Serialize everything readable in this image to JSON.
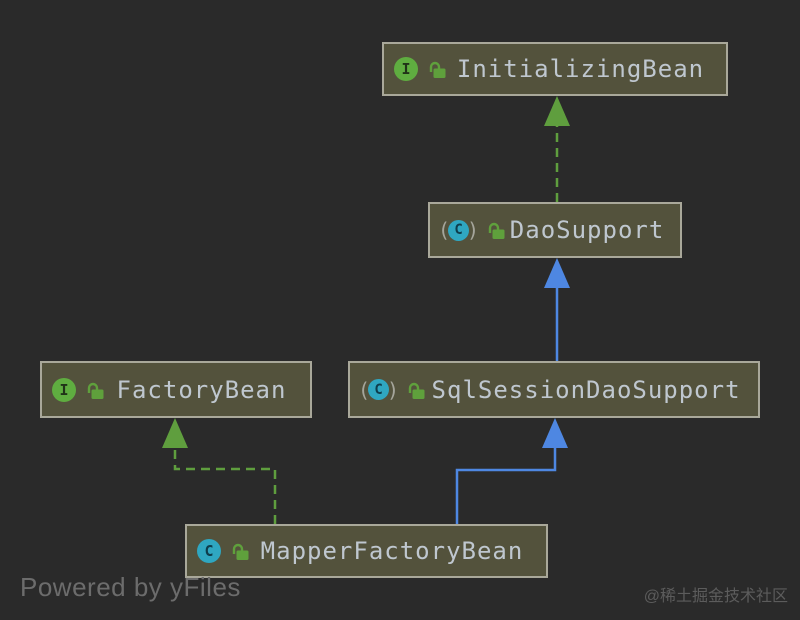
{
  "colors": {
    "canvas_bg": "#2a2a2a",
    "node_fill": "#53523c",
    "node_border": "#a9a89a",
    "node_text": "#bfc7cf",
    "edge_green": "#5f9e3e",
    "edge_blue": "#4e87e2",
    "icon_green": "#5fad40",
    "icon_teal": "#2fa7c1",
    "icon_letter_dark": "#203318",
    "icon_letter_teal_dark": "#0e3d4c",
    "paren_gray": "#a5a59b",
    "lock_green": "#5fa03c",
    "footer_text": "#6c6c6c",
    "watermark_text": "#5c5c5c"
  },
  "diagram": {
    "nodes": [
      {
        "label": "InitializingBean",
        "kind": "interface"
      },
      {
        "label": "DaoSupport",
        "kind": "abstract class"
      },
      {
        "label": "FactoryBean",
        "kind": "interface"
      },
      {
        "label": "SqlSessionDaoSupport",
        "kind": "abstract class"
      },
      {
        "label": "MapperFactoryBean",
        "kind": "class"
      }
    ],
    "edges": [
      {
        "from": "DaoSupport",
        "to": "InitializingBean",
        "relation": "implements",
        "line": "dashed-green"
      },
      {
        "from": "SqlSessionDaoSupport",
        "to": "DaoSupport",
        "relation": "extends",
        "line": "solid-blue"
      },
      {
        "from": "MapperFactoryBean",
        "to": "FactoryBean",
        "relation": "implements",
        "line": "dashed-green"
      },
      {
        "from": "MapperFactoryBean",
        "to": "SqlSessionDaoSupport",
        "relation": "extends",
        "line": "solid-blue"
      }
    ]
  },
  "icons": {
    "interface_letter": "I",
    "class_letter": "C",
    "abstract_class_letter": "C",
    "paren_left": "(",
    "paren_right": ")",
    "lock": "unlocked-padlock"
  },
  "footer": {
    "powered_by": "Powered by yFiles",
    "watermark": "@稀土掘金技术社区"
  }
}
